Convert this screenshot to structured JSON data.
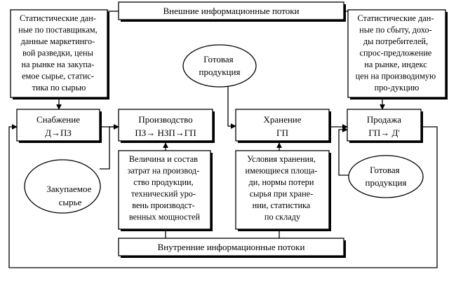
{
  "external_flows": {
    "label": "Внешние информационные потоки"
  },
  "internal_flows": {
    "label": "Внутренние информационные потоки"
  },
  "supplier_stats": {
    "lines": [
      "Статистические дан-",
      "ные по поставщикам,",
      "данные маркетинго-",
      "вой разведки, цены",
      "на рынке на закупа-",
      "емое сырье, статис-",
      "тика по сырью"
    ]
  },
  "sales_stats": {
    "lines": [
      "Статистические дан-",
      "ные по сбыту, дохо-",
      "ды потребителей,",
      "спрос-предложение",
      "на рынке, индекс",
      "цен на производимую",
      "про-дукцию"
    ]
  },
  "finished_top": {
    "lines": [
      "Готовая",
      "продукция"
    ]
  },
  "finished_right": {
    "lines": [
      "Готовая",
      "продукция"
    ]
  },
  "purchased": {
    "lines": [
      "Закупаемое",
      "сырье"
    ]
  },
  "supply": {
    "title": "Снабжение",
    "formula": "Д→ПЗ"
  },
  "production": {
    "title": "Производство",
    "formula": "ПЗ→ НЗП→ГП"
  },
  "storage": {
    "title": "Хранение",
    "formula": "ГП"
  },
  "sales": {
    "title": "Продажа",
    "formula": "ГП→ Д'"
  },
  "cost_info": {
    "lines": [
      "Величина и состав",
      "затрат на производ-",
      "ство продукции,",
      "технический уро-",
      "вень производст-",
      "венных мощностей"
    ]
  },
  "storage_info": {
    "lines": [
      "Условия хранения,",
      "имеющиеся площа-",
      "ди, нормы потери",
      "сырья при хране-",
      "нии,  статистика",
      "по складу"
    ]
  }
}
